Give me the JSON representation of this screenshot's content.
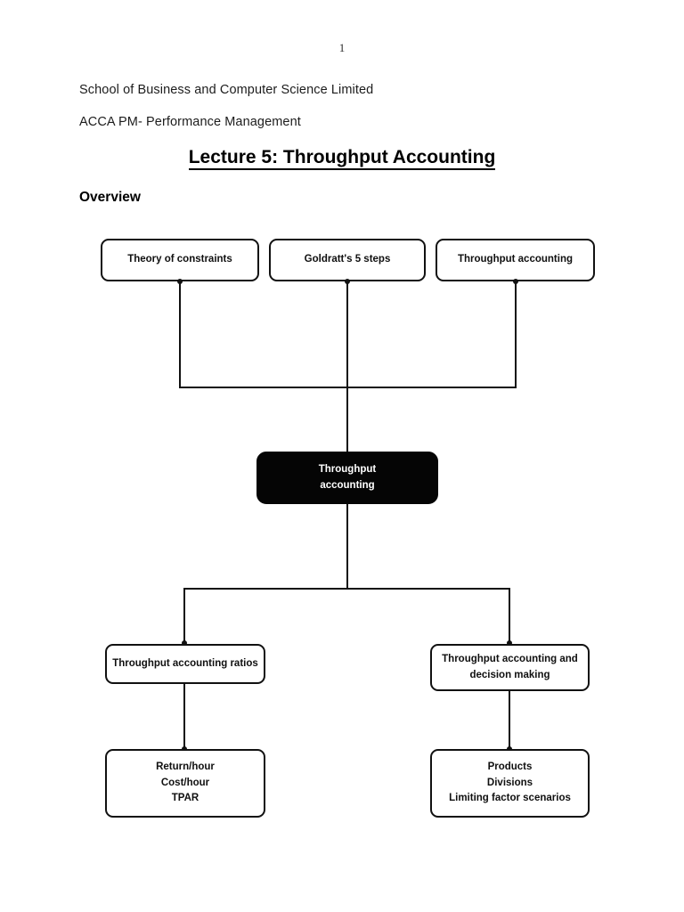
{
  "document": {
    "page_number": "1",
    "organization": "School of Business and Computer Science Limited",
    "course": "ACCA PM- Performance Management",
    "title": "Lecture 5: Throughput Accounting",
    "section_heading": "Overview"
  },
  "diagram": {
    "type": "hierarchy-flowchart",
    "top_row": [
      {
        "id": "theory-of-constraints",
        "label": "Theory of constraints"
      },
      {
        "id": "goldratt-5-steps",
        "label": "Goldratt's 5 steps"
      },
      {
        "id": "throughput-accounting-top",
        "label": "Throughput accounting"
      }
    ],
    "central": {
      "id": "throughput-accounting-central",
      "line1": "Throughput",
      "line2": "accounting",
      "fill": "#050505",
      "text_color": "#ffffff"
    },
    "branches": [
      {
        "id": "throughput-accounting-ratios",
        "label": "Throughput accounting ratios",
        "detail": {
          "id": "ratios-detail",
          "items": [
            "Return/hour",
            "Cost/hour",
            "TPAR"
          ]
        }
      },
      {
        "id": "throughput-accounting-decision-making",
        "line1": "Throughput accounting and",
        "line2": "decision making",
        "detail": {
          "id": "decision-detail",
          "items": [
            "Products",
            "Divisions",
            "Limiting factor scenarios"
          ]
        }
      }
    ]
  }
}
